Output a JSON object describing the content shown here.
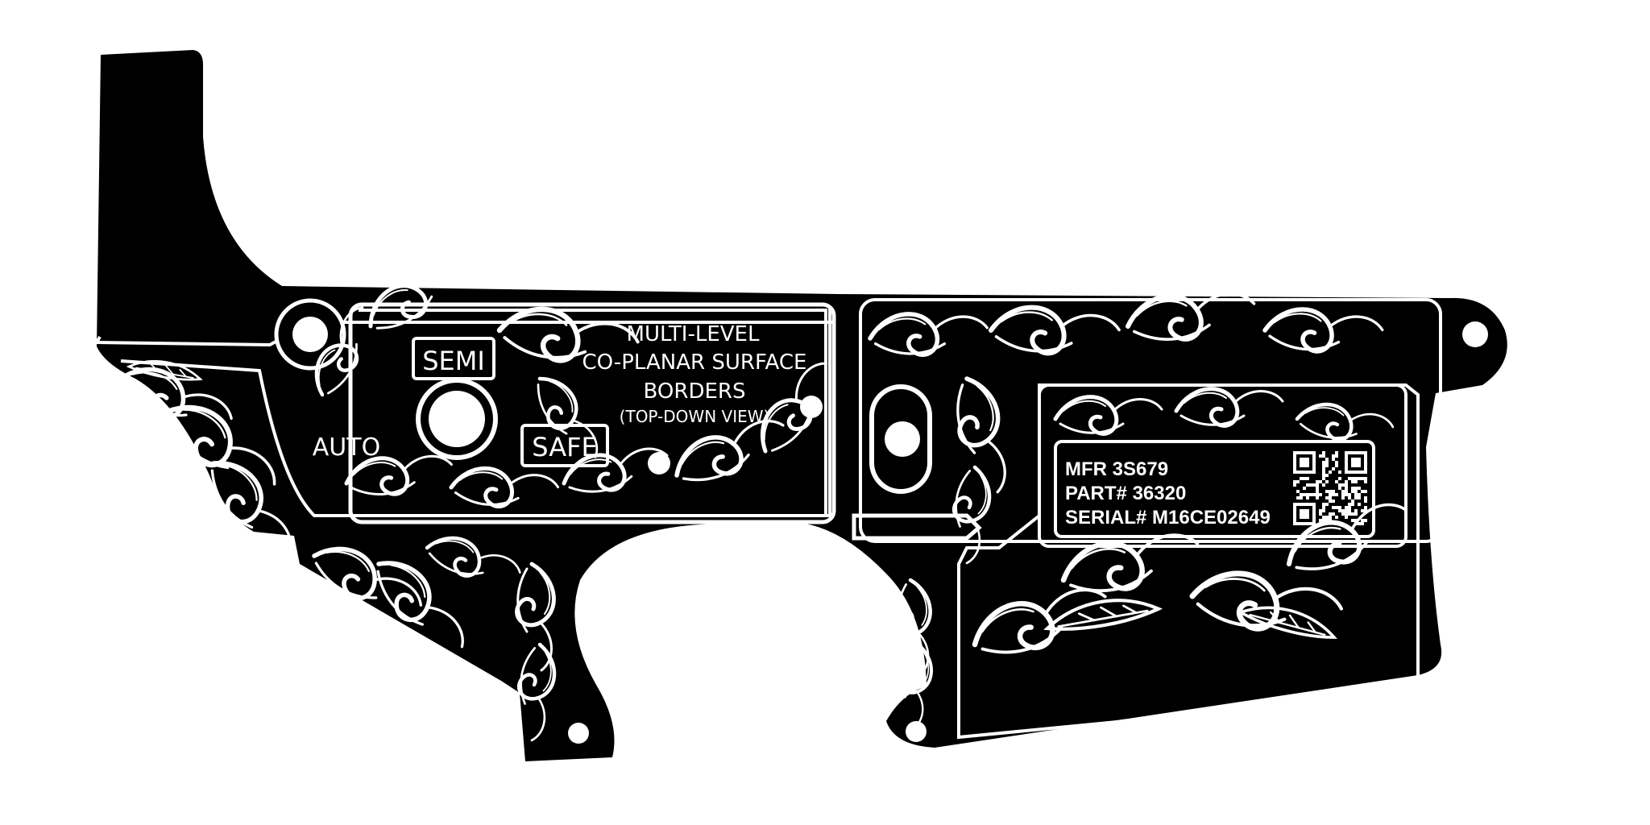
{
  "colors": {
    "body": "#000000",
    "engraving": "#ffffff",
    "background": "#ffffff"
  },
  "selector": {
    "semi": "SEMI",
    "auto": "AUTO",
    "safe": "SAFE"
  },
  "caption": {
    "line1": "MULTI-LEVEL",
    "line2": "CO-PLANAR SURFACE",
    "line3": "BORDERS",
    "line4": "(TOP-DOWN VIEW)"
  },
  "info_plate": {
    "mfr": "MFR 3S679",
    "part": "PART# 36320",
    "serial": "SERIAL# M16CE02649",
    "code_icon": "qr-code-icon"
  }
}
